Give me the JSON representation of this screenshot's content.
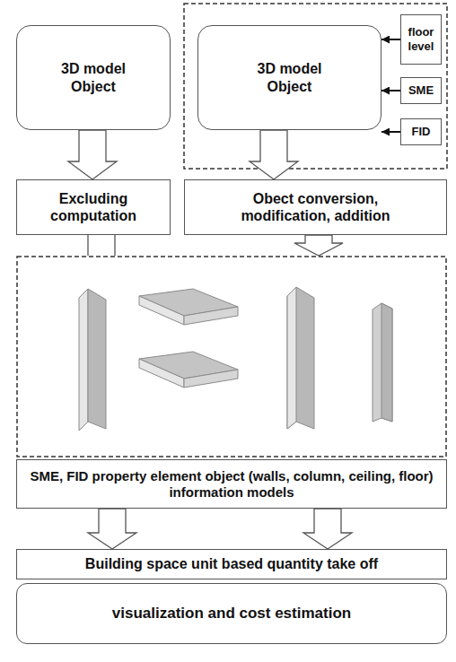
{
  "diagram": {
    "nodes": [
      {
        "text": [
          "3D model Object"
        ]
      },
      {
        "text": [
          "3D model Object"
        ]
      },
      {
        "text": [
          "floor level"
        ]
      },
      {
        "text": [
          "SME"
        ]
      },
      {
        "text": [
          "FID"
        ]
      },
      {
        "text": [
          "Excluding computation"
        ]
      },
      {
        "text": [
          "Obect conversion, modification, addition"
        ]
      },
      {
        "text": [
          "SME, FID property element object (walls, column, ceiling, floor) information models"
        ]
      },
      {
        "text": [
          "Building space unit based quantity take off"
        ]
      },
      {
        "text": [
          "visualization and cost estimation"
        ]
      }
    ],
    "edges": [
      {
        "from": 2,
        "to": 1,
        "arrow": "to"
      },
      {
        "from": 3,
        "to": 1,
        "arrow": "to"
      },
      {
        "from": 4,
        "to": 1,
        "arrow": "to"
      },
      {
        "from": 0,
        "to": 5,
        "arrow": "to"
      },
      {
        "from": 1,
        "to": 6,
        "arrow": "to"
      },
      {
        "from": 5,
        "to": 7,
        "arrow": "none"
      },
      {
        "from": 6,
        "to": 7,
        "arrow": "to"
      },
      {
        "from": 7,
        "to": 8,
        "arrow": "to"
      },
      {
        "from": 7,
        "to": 8,
        "arrow": "to"
      }
    ]
  }
}
